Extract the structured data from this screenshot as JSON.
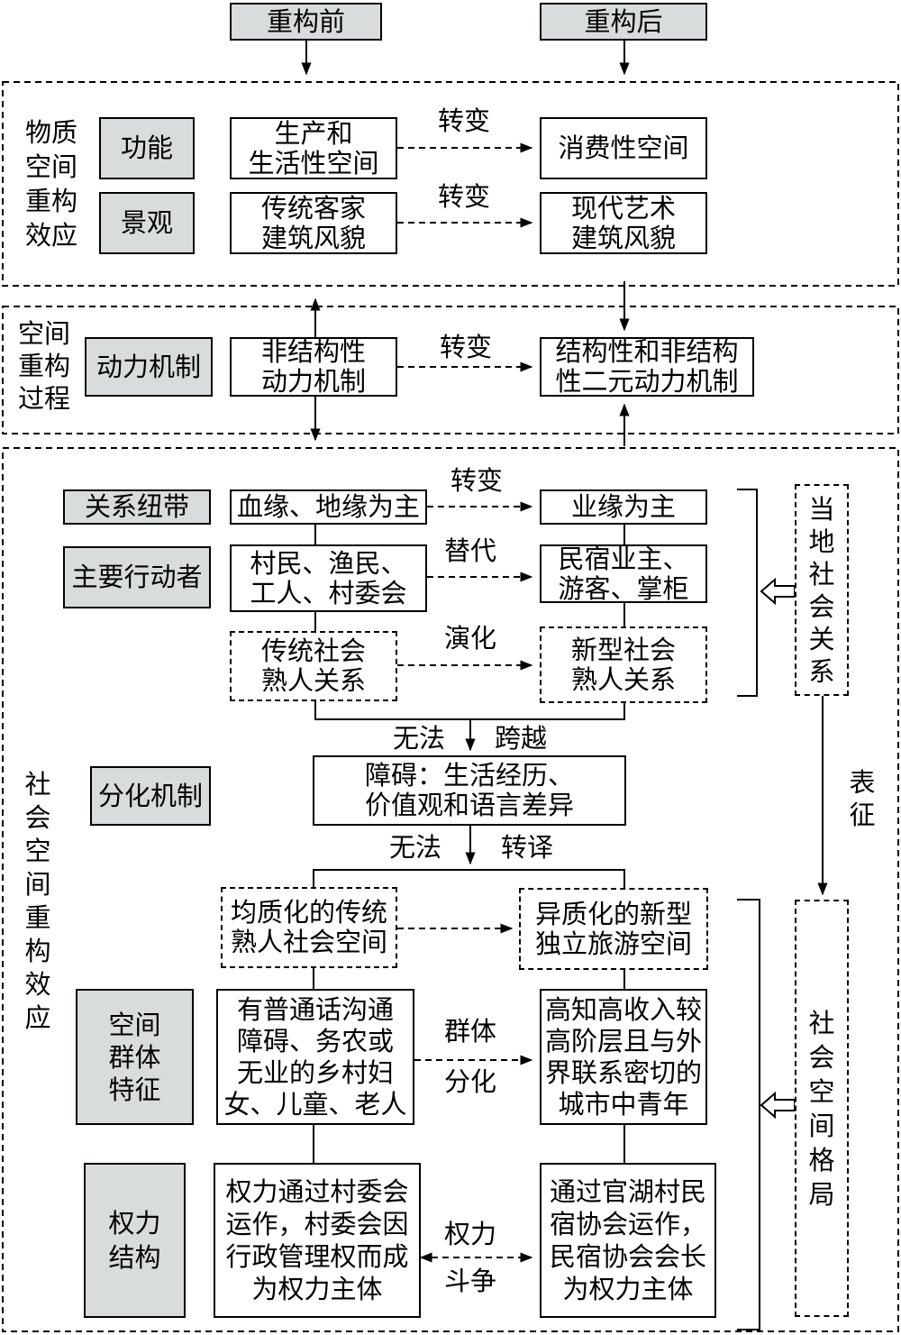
{
  "header": {
    "before": "重构前",
    "after": "重构后"
  },
  "material": {
    "title": "物质\n空间\n重构\n效应",
    "function": {
      "label": "功能",
      "before": "生产和\n生活性空间",
      "change": "转变",
      "after": "消费性空间"
    },
    "landscape": {
      "label": "景观",
      "before": "传统客家\n建筑风貌",
      "change": "转变",
      "after": "现代艺术\n建筑风貌"
    }
  },
  "process": {
    "title": "空间\n重构\n过程",
    "label": "动力机制",
    "before": "非结构性\n动力机制",
    "change": "转变",
    "after": "结构性和非结构\n性二元动力机制"
  },
  "social": {
    "title": "社\n会\n空\n间\n重\n构\n效\n应",
    "bond": {
      "label": "关系纽带",
      "before": "血缘、地缘为主",
      "change": "转变",
      "after": "业缘为主"
    },
    "actors": {
      "label": "主要行动者",
      "before": "村民、渔民、\n工人、村委会",
      "change": "替代",
      "after": "民宿业主、\n游客、掌柜"
    },
    "relation": {
      "before": "传统社会\n熟人关系",
      "change": "演化",
      "after": "新型社会\n熟人关系"
    },
    "cross_left": "无法",
    "cross_right": "跨越",
    "diff": {
      "label": "分化机制",
      "barrier": "障碍：生活经历、\n价值观和语言差异"
    },
    "trans_left": "无法",
    "trans_right": "转译",
    "space": {
      "before": "均质化的传统\n熟人社会空间",
      "after": "异质化的新型\n独立旅游空间"
    },
    "group": {
      "label": "空间\n群体\n特征",
      "before": "有普通话沟通\n障碍、务农或\n无业的乡村妇\n女、儿童、老人",
      "change_top": "群体",
      "change_bottom": "分化",
      "after": "高知高收入较\n高阶层且与外\n界联系密切的\n城市中青年"
    },
    "power": {
      "label": "权力\n结构",
      "before": "权力通过村委会\n运作，村委会因\n行政管理权而成\n为权力主体",
      "change_top": "权力",
      "change_bottom": "斗争",
      "after": "通过官湖村民\n宿协会运作，\n民宿协会会长\n为权力主体"
    },
    "local_relations": "当\n地\n社\n会\n关\n系",
    "represent": "表\n征",
    "pattern": "社\n会\n空\n间\n格\n局"
  }
}
